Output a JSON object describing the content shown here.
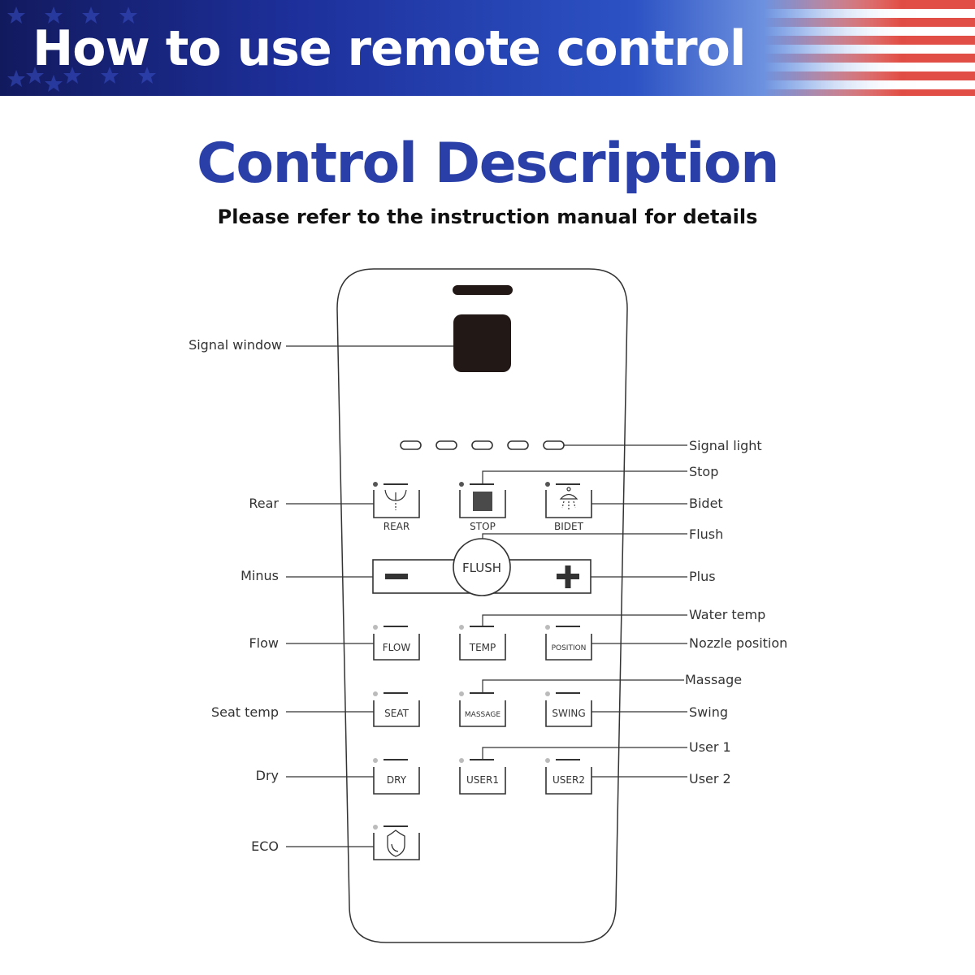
{
  "banner": {
    "title": "How to use remote control"
  },
  "header": {
    "title": "Control Description",
    "subtitle": "Please refer to the instruction manual for details"
  },
  "colors": {
    "banner_blue": "#1d2f9a",
    "title_blue": "#2a3fa8",
    "flag_red": "#e0453c",
    "text": "#222222"
  },
  "remote": {
    "buttons": {
      "rear": "REAR",
      "stop": "STOP",
      "bidet": "BIDET",
      "flush": "FLUSH",
      "flow": "FLOW",
      "temp": "TEMP",
      "position": "POSITION",
      "seat": "SEAT",
      "massage": "MASSAGE",
      "swing": "SWING",
      "dry": "DRY",
      "user1": "USER1",
      "user2": "USER2"
    },
    "icons": {
      "rear": "rear-wash-icon",
      "stop": "stop-square-icon",
      "bidet": "bidet-spray-icon",
      "minus": "minus-icon",
      "plus": "plus-icon",
      "eco": "eco-shield-icon"
    }
  },
  "callouts": {
    "signal_window": "Signal window",
    "signal_light": "Signal light",
    "stop": "Stop",
    "bidet": "Bidet",
    "rear": "Rear",
    "flush": "Flush",
    "minus": "Minus",
    "plus": "Plus",
    "water_temp": "Water temp",
    "flow": "Flow",
    "nozzle_position": "Nozzle position",
    "massage": "Massage",
    "seat_temp": "Seat temp",
    "swing": "Swing",
    "user1": "User 1",
    "dry": "Dry",
    "user2": "User 2",
    "eco": "ECO"
  }
}
